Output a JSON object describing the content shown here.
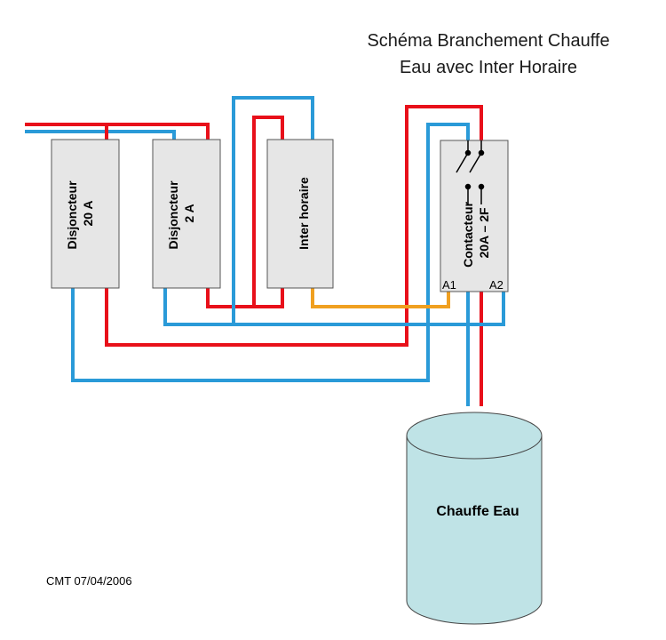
{
  "title": {
    "line1": "Schéma Branchement Chauffe",
    "line2": "Eau avec Inter Horaire"
  },
  "components": {
    "disjoncteur_20a": {
      "line1": "Disjoncteur",
      "line2": "20 A"
    },
    "disjoncteur_2a": {
      "line1": "Disjoncteur",
      "line2": "2 A"
    },
    "inter_horaire": {
      "label": "Inter horaire"
    },
    "contacteur": {
      "line1": "Contacteur",
      "line2": "20A – 2F",
      "terminal_a1": "A1",
      "terminal_a2": "A2"
    },
    "chauffe_eau": {
      "label": "Chauffe Eau"
    }
  },
  "footer": {
    "credit": "CMT 07/04/2006"
  },
  "colors": {
    "phase": "#e8101a",
    "neutral": "#2a9ad8",
    "control": "#f0a020",
    "box_fill": "#e6e6e6",
    "tank_fill": "#bfe3e6"
  }
}
